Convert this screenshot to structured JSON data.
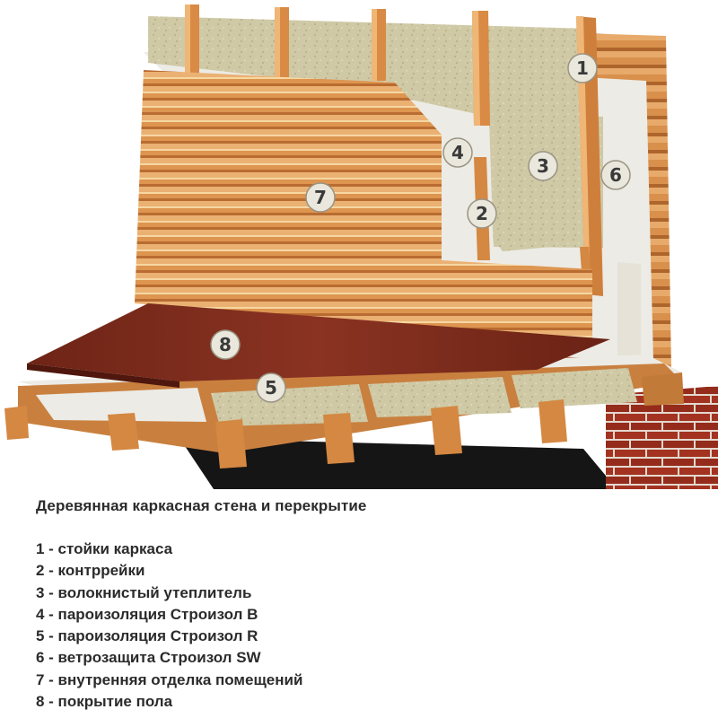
{
  "diagram": {
    "badges": [
      "1",
      "2",
      "3",
      "4",
      "5",
      "6",
      "7",
      "8"
    ]
  },
  "caption": {
    "title": "Деревянная каркасная стена и перекрытие",
    "legend": [
      "1 - стойки каркаса",
      "2 - контррейки",
      "3 - волокнистый утеплитель",
      "4 - пароизоляция Строизол В",
      "5 - пароизоляция Строизол R",
      "6 - ветрозащита Строизол SW",
      "7 - внутренняя отделка помещений",
      "8 - покрытие пола"
    ]
  },
  "colors": {
    "wood_light": "#e8a968",
    "wood_mid": "#d0853f",
    "wood_dark": "#a8602a",
    "insulation": "#cfc9a6",
    "membrane": "#ecebe6",
    "floor_covering": "#7a2a1c",
    "brick": "#a3301f",
    "shadow": "#151515"
  }
}
